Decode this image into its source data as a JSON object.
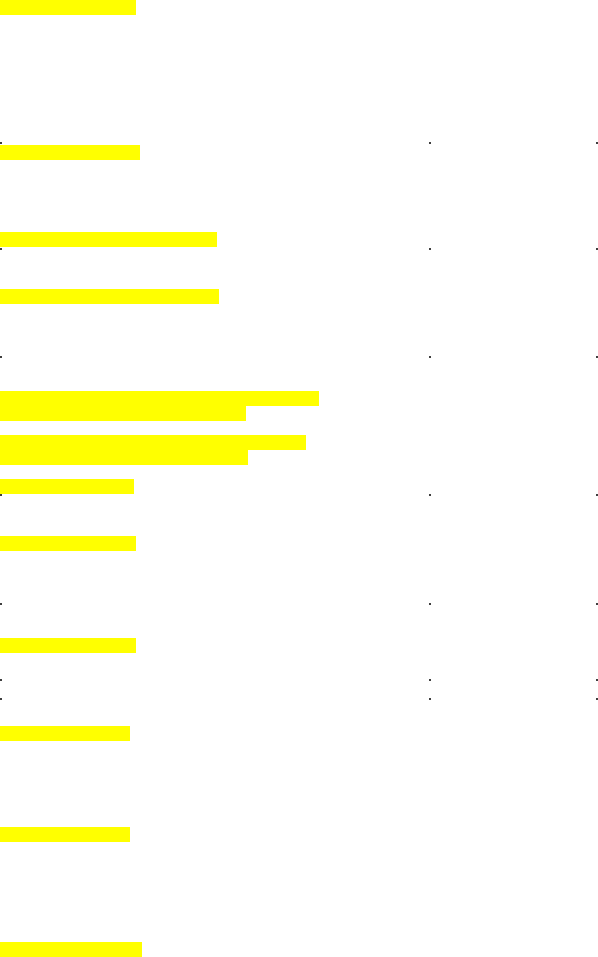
{
  "colors": {
    "background": "#ffffff",
    "highlight": "#ffff00",
    "marker": "#000000"
  },
  "highlight_bars": [
    {
      "name": "highlight-bar-1"
    },
    {
      "name": "highlight-bar-2"
    },
    {
      "name": "highlight-bar-3"
    },
    {
      "name": "highlight-bar-4"
    },
    {
      "name": "highlight-bar-5"
    },
    {
      "name": "highlight-bar-6"
    },
    {
      "name": "highlight-bar-7"
    },
    {
      "name": "highlight-bar-8"
    },
    {
      "name": "highlight-bar-9"
    },
    {
      "name": "highlight-bar-10"
    },
    {
      "name": "highlight-bar-11"
    },
    {
      "name": "highlight-bar-12"
    },
    {
      "name": "highlight-bar-13"
    },
    {
      "name": "highlight-bar-14"
    },
    {
      "name": "highlight-bar-15"
    }
  ],
  "marker_rows": [
    {
      "name": "marker-row-1"
    },
    {
      "name": "marker-row-2"
    },
    {
      "name": "marker-row-3"
    },
    {
      "name": "marker-row-4"
    },
    {
      "name": "marker-row-5"
    },
    {
      "name": "marker-row-6"
    },
    {
      "name": "marker-row-7"
    }
  ]
}
